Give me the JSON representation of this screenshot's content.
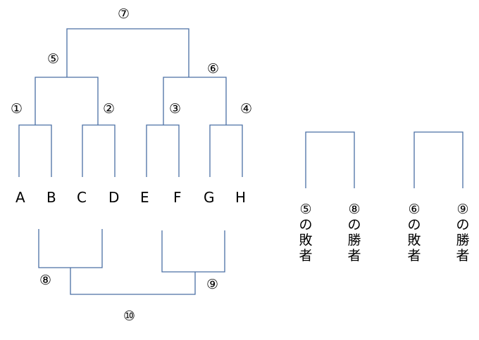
{
  "teams": [
    "A",
    "B",
    "C",
    "D",
    "E",
    "F",
    "G",
    "H"
  ],
  "matches": {
    "m1": "①",
    "m2": "②",
    "m3": "③",
    "m4": "④",
    "m5": "⑤",
    "m6": "⑥",
    "m7": "⑦",
    "m8": "⑧",
    "m9": "⑨",
    "m10": "⑩"
  },
  "side_brackets": [
    {
      "left": [
        "⑤",
        "の",
        "敗",
        "者"
      ],
      "right": [
        "⑧",
        "の",
        "勝",
        "者"
      ]
    },
    {
      "left": [
        "⑥",
        "の",
        "敗",
        "者"
      ],
      "right": [
        "⑨",
        "の",
        "勝",
        "者"
      ]
    }
  ],
  "colors": {
    "line": "#4a6fa5",
    "text": "#000000"
  }
}
